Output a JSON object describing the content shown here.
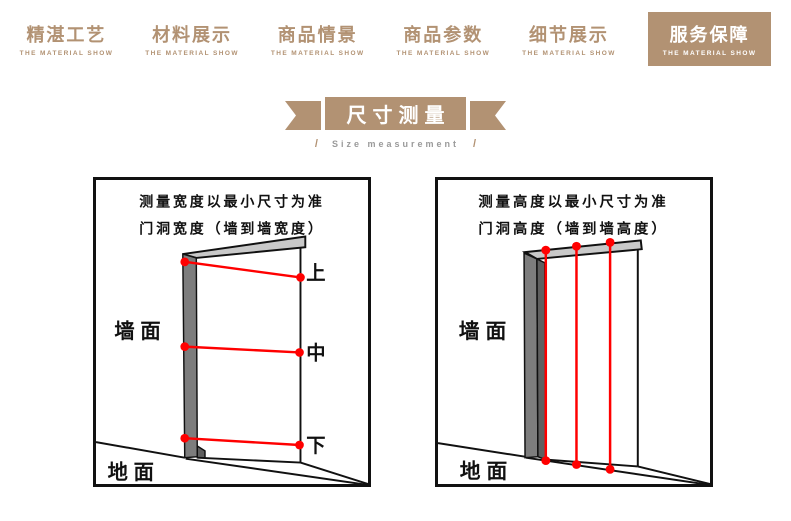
{
  "colors": {
    "accent": "#b29273",
    "measure_red": "#ff0000",
    "frame_light_gray": "#c9c9c9",
    "frame_dark_gray": "#7d7d7d",
    "line_black": "#111111",
    "subtitle_gray": "#9a9a9a"
  },
  "tabs": {
    "items": [
      {
        "label": "精湛工艺",
        "subtitle": "THE MATERIAL SHOW",
        "active": false
      },
      {
        "label": "材料展示",
        "subtitle": "THE MATERIAL SHOW",
        "active": false
      },
      {
        "label": "商品情景",
        "subtitle": "THE MATERIAL SHOW",
        "active": false
      },
      {
        "label": "商品参数",
        "subtitle": "THE MATERIAL SHOW",
        "active": false
      },
      {
        "label": "细节展示",
        "subtitle": "THE MATERIAL SHOW",
        "active": false
      },
      {
        "label": "服务保障",
        "subtitle": "THE MATERIAL SHOW",
        "active": true
      }
    ]
  },
  "banner": {
    "title": "尺寸测量",
    "subtitle": "Size measurement",
    "left_slash": "/",
    "right_slash": "/"
  },
  "panels": {
    "width_panel": {
      "title_line1": "测量宽度以最小尺寸为准",
      "title_line2": "门洞宽度（墙到墙宽度）",
      "wall_label": "墙面",
      "floor_label": "地面",
      "line_labels": {
        "top": "上",
        "middle": "中",
        "bottom": "下"
      }
    },
    "height_panel": {
      "title_line1": "测量高度以最小尺寸为准",
      "title_line2": "门洞高度（墙到墙高度）",
      "wall_label": "墙面",
      "floor_label": "地面"
    }
  }
}
